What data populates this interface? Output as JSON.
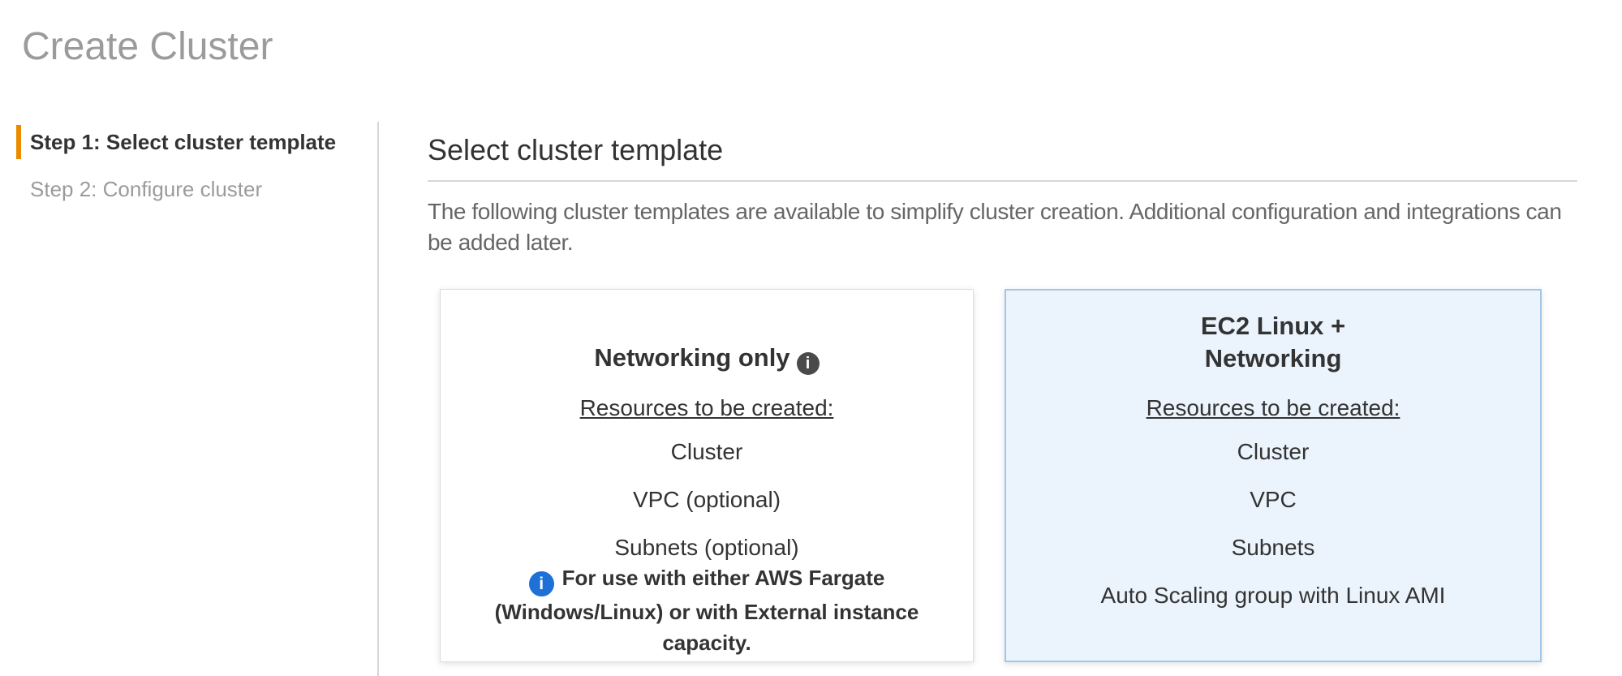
{
  "page": {
    "title": "Create Cluster"
  },
  "wizard_steps": [
    {
      "label": "Step 1: Select cluster template",
      "active": true
    },
    {
      "label": "Step 2: Configure cluster",
      "active": false
    }
  ],
  "main": {
    "heading": "Select cluster template",
    "description": "The following cluster templates are available to simplify cluster creation. Additional configuration and integrations can be added later.",
    "cards": [
      {
        "title": "Networking only",
        "title_info_icon": "info-icon",
        "resources_label": "Resources to be created:",
        "resources": [
          "Cluster",
          "VPC (optional)",
          "Subnets (optional)"
        ],
        "note": "For use with either AWS Fargate (Windows/Linux) or with External instance capacity.",
        "selected": false
      },
      {
        "title": "EC2 Linux +\nNetworking",
        "resources_label": "Resources to be created:",
        "resources": [
          "Cluster",
          "VPC",
          "Subnets",
          "Auto Scaling group with Linux AMI"
        ],
        "selected": true
      }
    ]
  },
  "icons": {
    "info_glyph": "i"
  },
  "colors": {
    "accent-orange": "#eb8c00",
    "page-title-gray": "#9b9b9b",
    "text-dark": "#333333",
    "text-muted": "#666666",
    "divider": "#d6d6d6",
    "card-border": "#dcdcdc",
    "selected-border": "#a1c6e7",
    "selected-bg": "#ebf4fc",
    "info-blue": "#1d70d6",
    "info-dark": "#4a4a4a"
  }
}
